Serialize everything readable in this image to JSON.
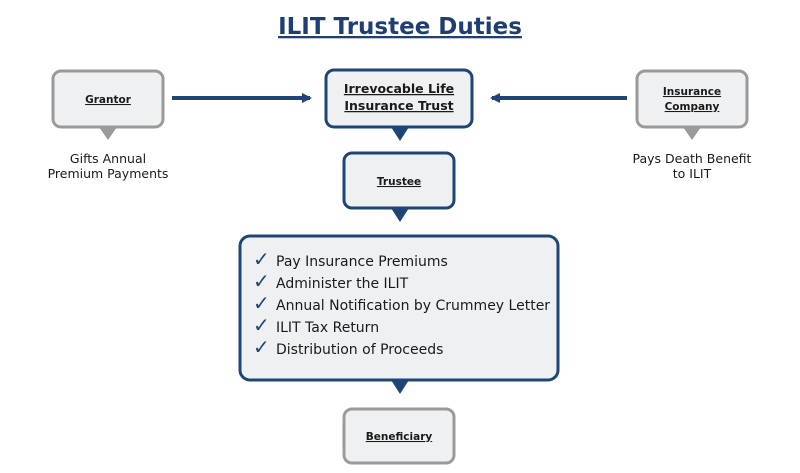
{
  "title": "ILIT Trustee Duties",
  "colors": {
    "navy": "#1f4577",
    "gray_border": "#9a9a9a",
    "box_fill": "#eef0f2",
    "title": "#1f3f73"
  },
  "nodes": {
    "grantor": "Grantor",
    "trust_line1": "Irrevocable Life",
    "trust_line2": "Insurance Trust",
    "insurer_line1": "Insurance",
    "insurer_line2": "Company",
    "trustee": "Trustee",
    "beneficiary": "Beneficiary"
  },
  "notes": {
    "grantor_line1": "Gifts Annual",
    "grantor_line2": "Premium Payments",
    "insurer_line1": "Pays Death Benefit",
    "insurer_line2": "to ILIT"
  },
  "duties": [
    "Pay Insurance Premiums",
    "Administer the ILIT",
    "Annual Notification by Crummey Letter",
    "ILIT Tax Return",
    "Distribution of Proceeds"
  ],
  "icons": {
    "check": "✓",
    "check_name": "checkmark-icon",
    "arrow_name": "arrow-icon"
  }
}
